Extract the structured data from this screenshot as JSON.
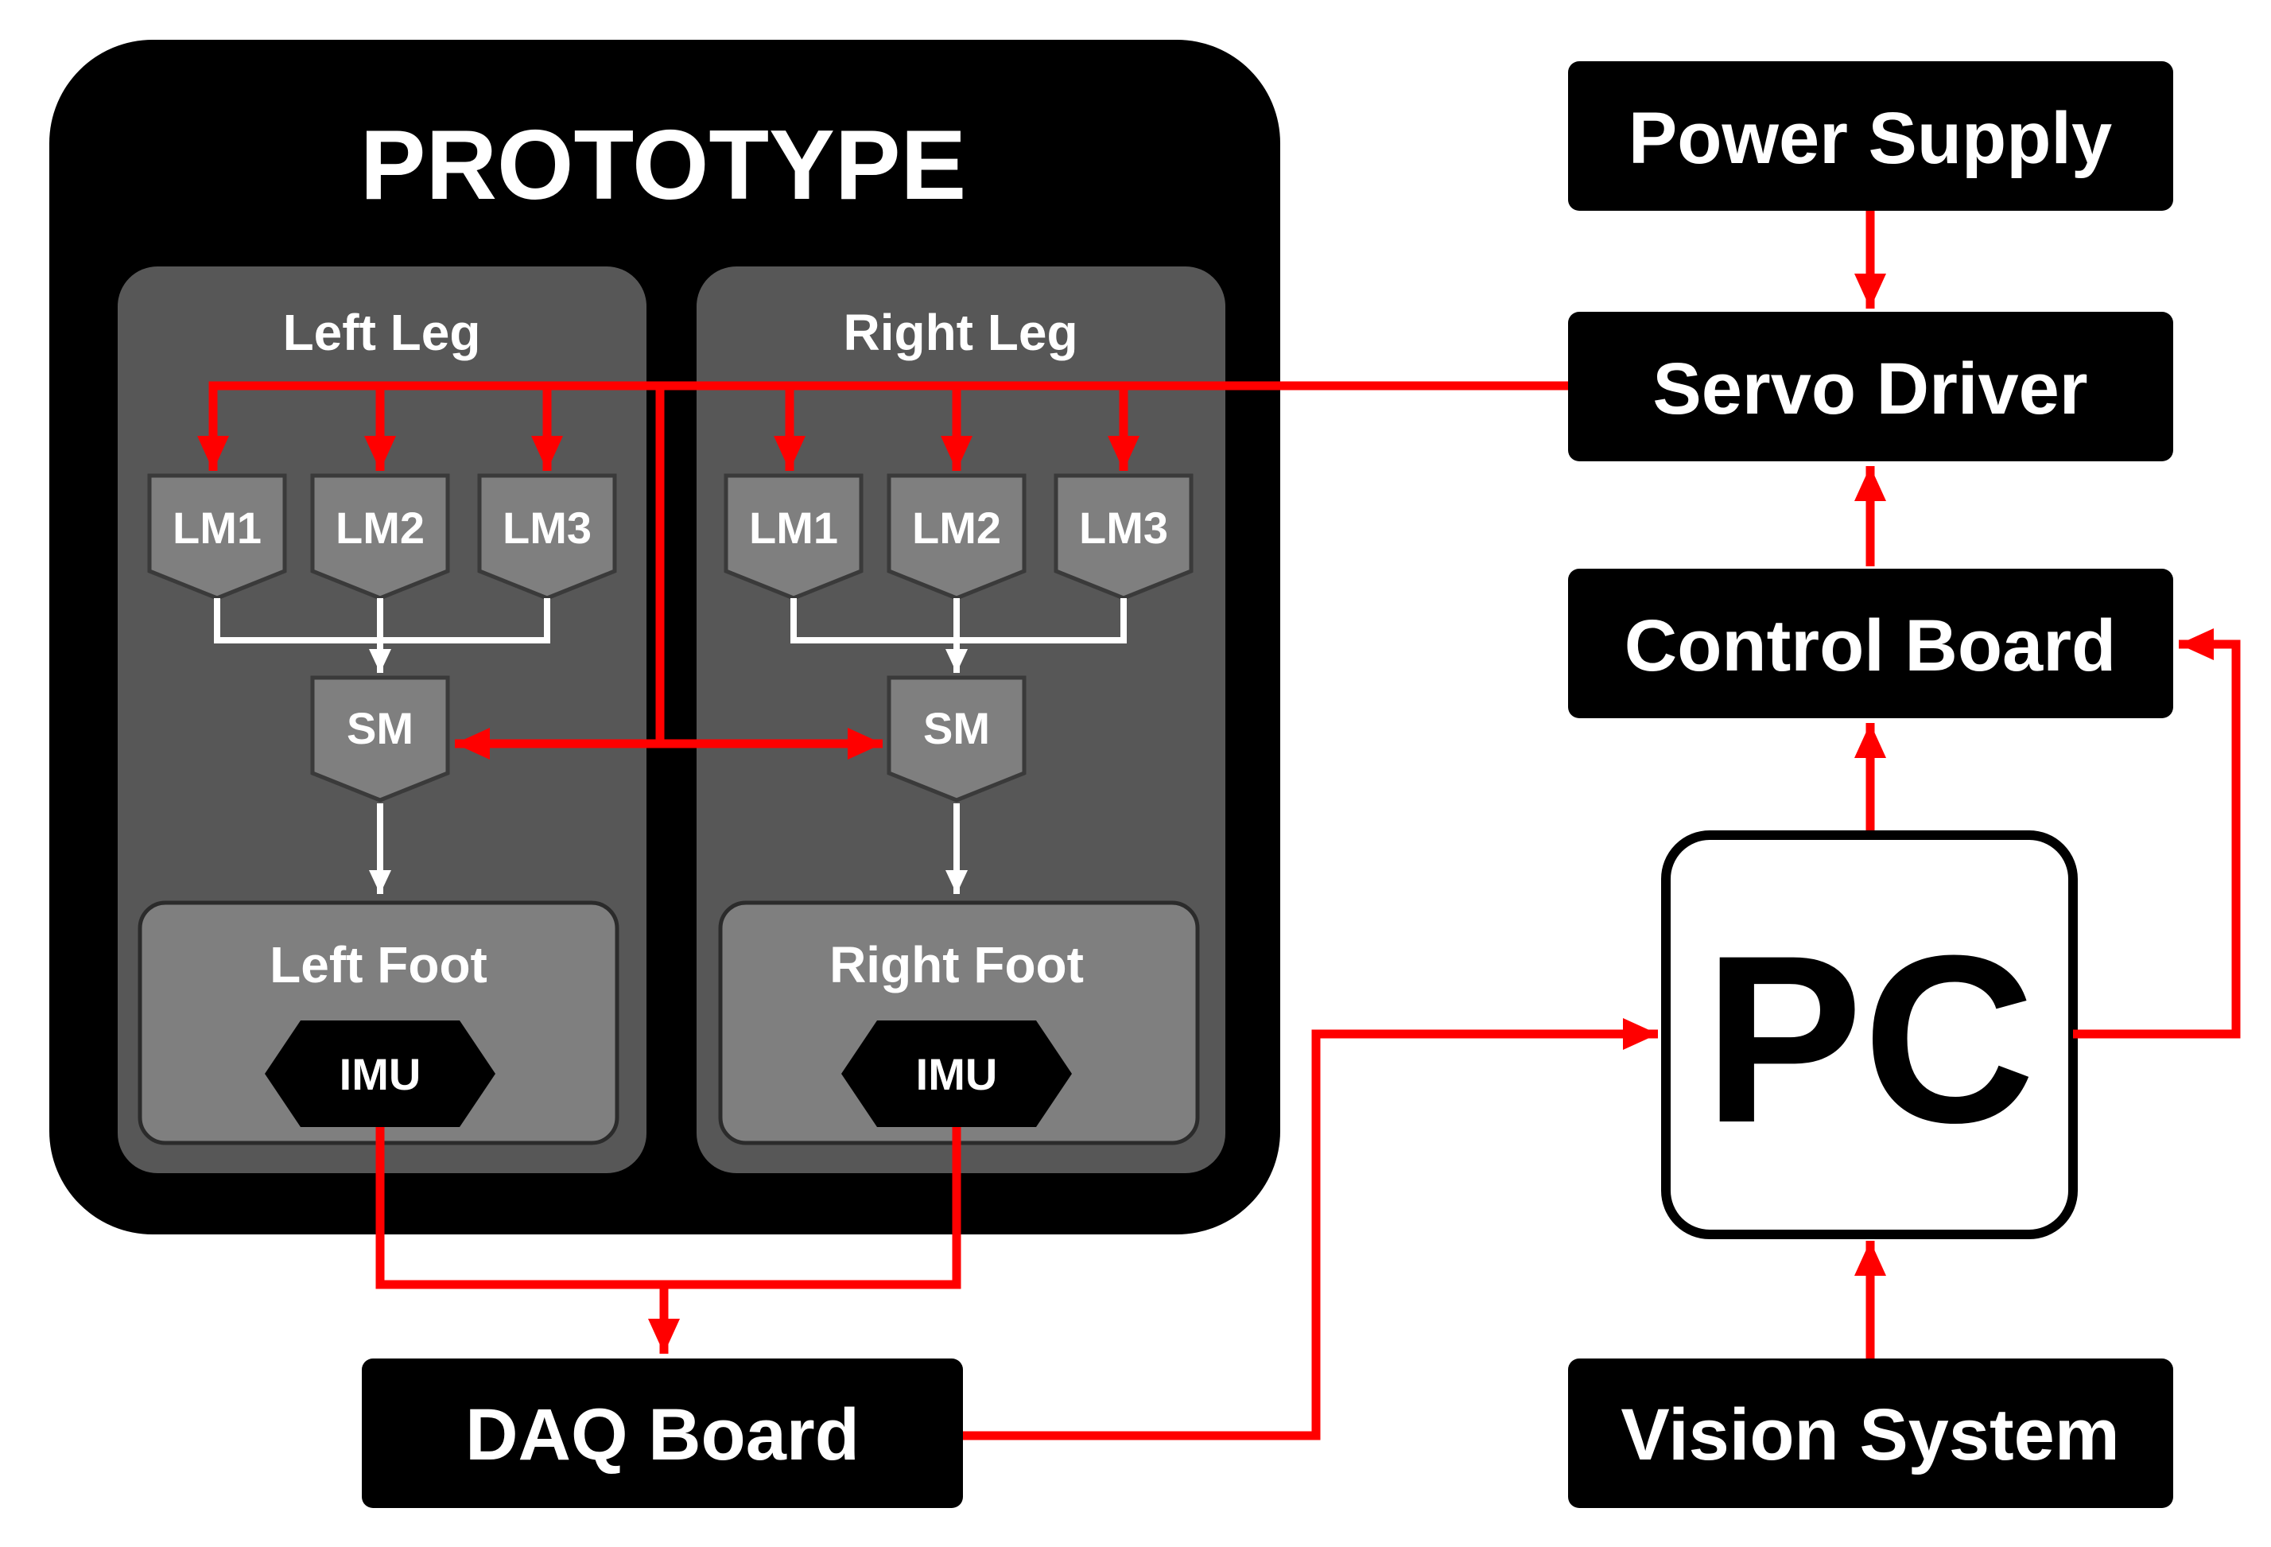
{
  "prototype": {
    "title": "PROTOTYPE",
    "left_leg": {
      "label": "Left Leg",
      "modules": [
        "LM1",
        "LM2",
        "LM3"
      ],
      "sm_label": "SM",
      "foot_label": "Left Foot",
      "imu_label": "IMU"
    },
    "right_leg": {
      "label": "Right Leg",
      "modules": [
        "LM1",
        "LM2",
        "LM3"
      ],
      "sm_label": "SM",
      "foot_label": "Right Foot",
      "imu_label": "IMU"
    }
  },
  "blocks": {
    "power_supply": "Power Supply",
    "servo_driver": "Servo Driver",
    "control_board": "Control Board",
    "pc": "PC",
    "vision_system": "Vision System",
    "daq_board": "DAQ Board"
  },
  "colors": {
    "signal_line": "#ff0000",
    "internal_line": "#ffffff",
    "block_fill": "#000000",
    "leg_panel": "#575757",
    "foot_panel": "#7f7f7f"
  }
}
